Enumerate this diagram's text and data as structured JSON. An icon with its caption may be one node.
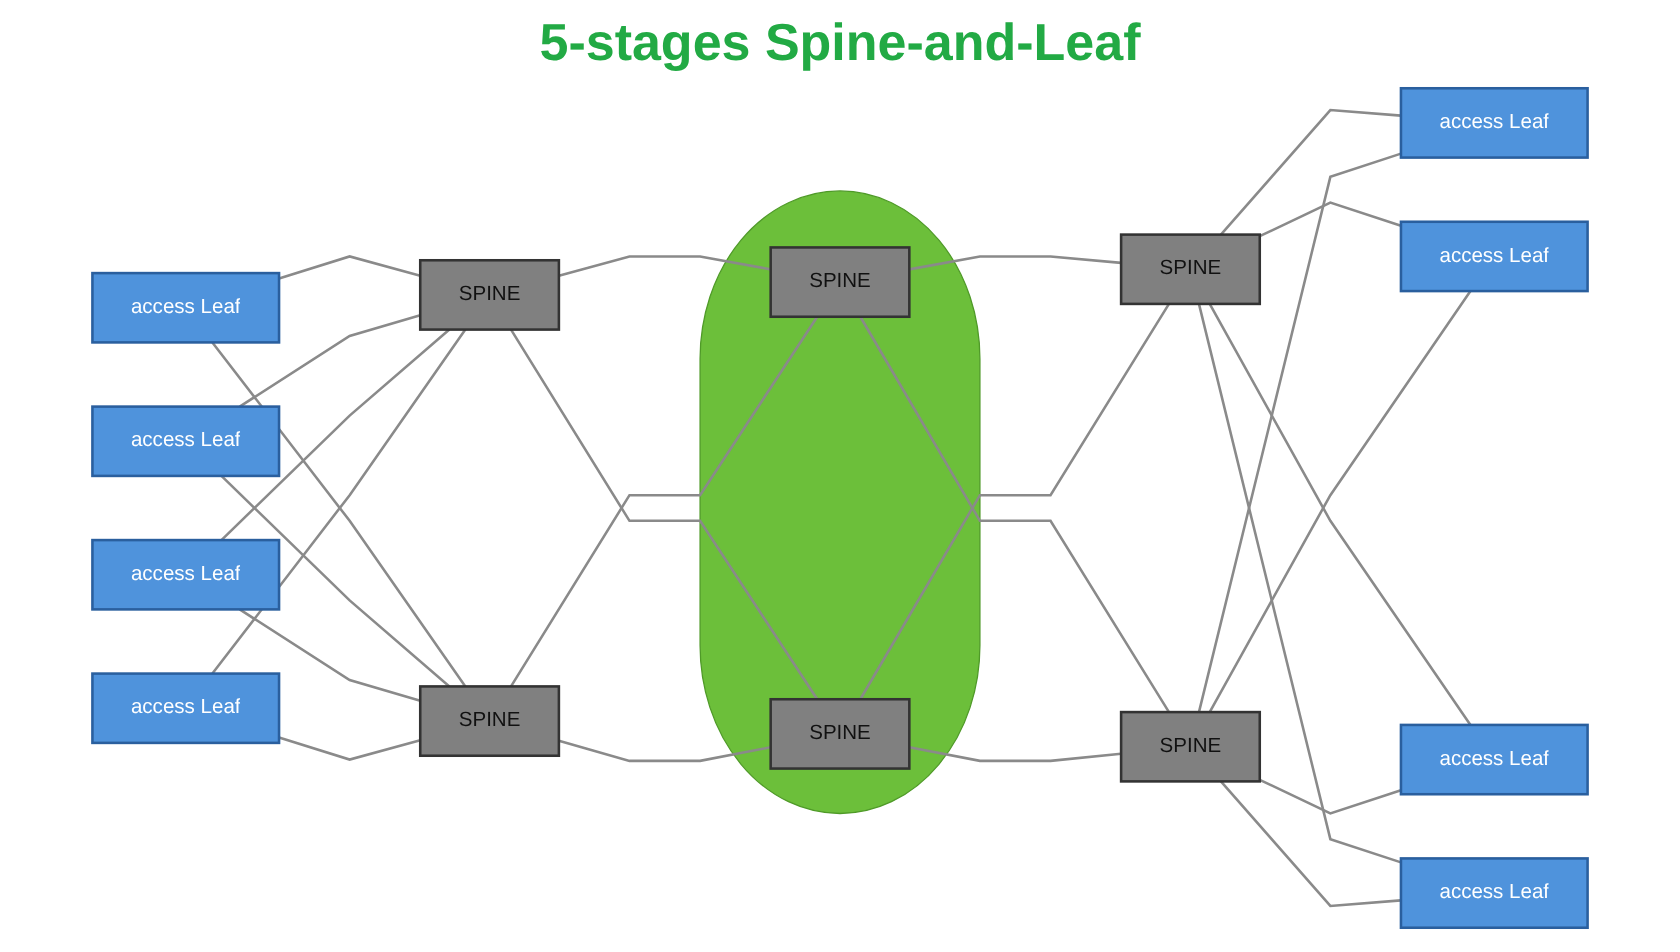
{
  "diagram": {
    "title": "5-stages Spine-and-Leaf",
    "nodes": [
      {
        "text": [
          "access Leaf"
        ]
      },
      {
        "text": [
          "access Leaf"
        ]
      },
      {
        "text": [
          "access Leaf"
        ]
      },
      {
        "text": [
          "access Leaf"
        ]
      },
      {
        "text": [
          "SPINE"
        ]
      },
      {
        "text": [
          "SPINE"
        ]
      },
      {
        "text": [],
        "shape": "ellipse"
      },
      {
        "text": [
          "SPINE"
        ],
        "in": 6
      },
      {
        "text": [
          "SPINE"
        ],
        "in": 6
      },
      {
        "text": [
          "SPINE"
        ]
      },
      {
        "text": [
          "SPINE"
        ]
      },
      {
        "text": [
          "access Leaf"
        ]
      },
      {
        "text": [
          "access Leaf"
        ]
      },
      {
        "text": [
          "access Leaf"
        ]
      },
      {
        "text": [
          "access Leaf"
        ]
      }
    ],
    "edges": [
      {
        "from": 0,
        "to": 4,
        "arrow": "none"
      },
      {
        "from": 0,
        "to": 5,
        "arrow": "none"
      },
      {
        "from": 1,
        "to": 4,
        "arrow": "none"
      },
      {
        "from": 1,
        "to": 5,
        "arrow": "none"
      },
      {
        "from": 2,
        "to": 4,
        "arrow": "none"
      },
      {
        "from": 2,
        "to": 5,
        "arrow": "none"
      },
      {
        "from": 3,
        "to": 4,
        "arrow": "none"
      },
      {
        "from": 3,
        "to": 5,
        "arrow": "none"
      },
      {
        "from": 4,
        "to": 7,
        "arrow": "none"
      },
      {
        "from": 4,
        "to": 8,
        "arrow": "none"
      },
      {
        "from": 5,
        "to": 7,
        "arrow": "none"
      },
      {
        "from": 5,
        "to": 8,
        "arrow": "none"
      },
      {
        "from": 7,
        "to": 9,
        "arrow": "none"
      },
      {
        "from": 7,
        "to": 10,
        "arrow": "none"
      },
      {
        "from": 8,
        "to": 9,
        "arrow": "none"
      },
      {
        "from": 8,
        "to": 10,
        "arrow": "none"
      },
      {
        "from": 9,
        "to": 11,
        "arrow": "none"
      },
      {
        "from": 9,
        "to": 12,
        "arrow": "none"
      },
      {
        "from": 9,
        "to": 13,
        "arrow": "none"
      },
      {
        "from": 9,
        "to": 14,
        "arrow": "none"
      },
      {
        "from": 10,
        "to": 11,
        "arrow": "none"
      },
      {
        "from": 10,
        "to": 12,
        "arrow": "none"
      },
      {
        "from": 10,
        "to": 13,
        "arrow": "none"
      },
      {
        "from": 10,
        "to": 14,
        "arrow": "none"
      }
    ]
  }
}
